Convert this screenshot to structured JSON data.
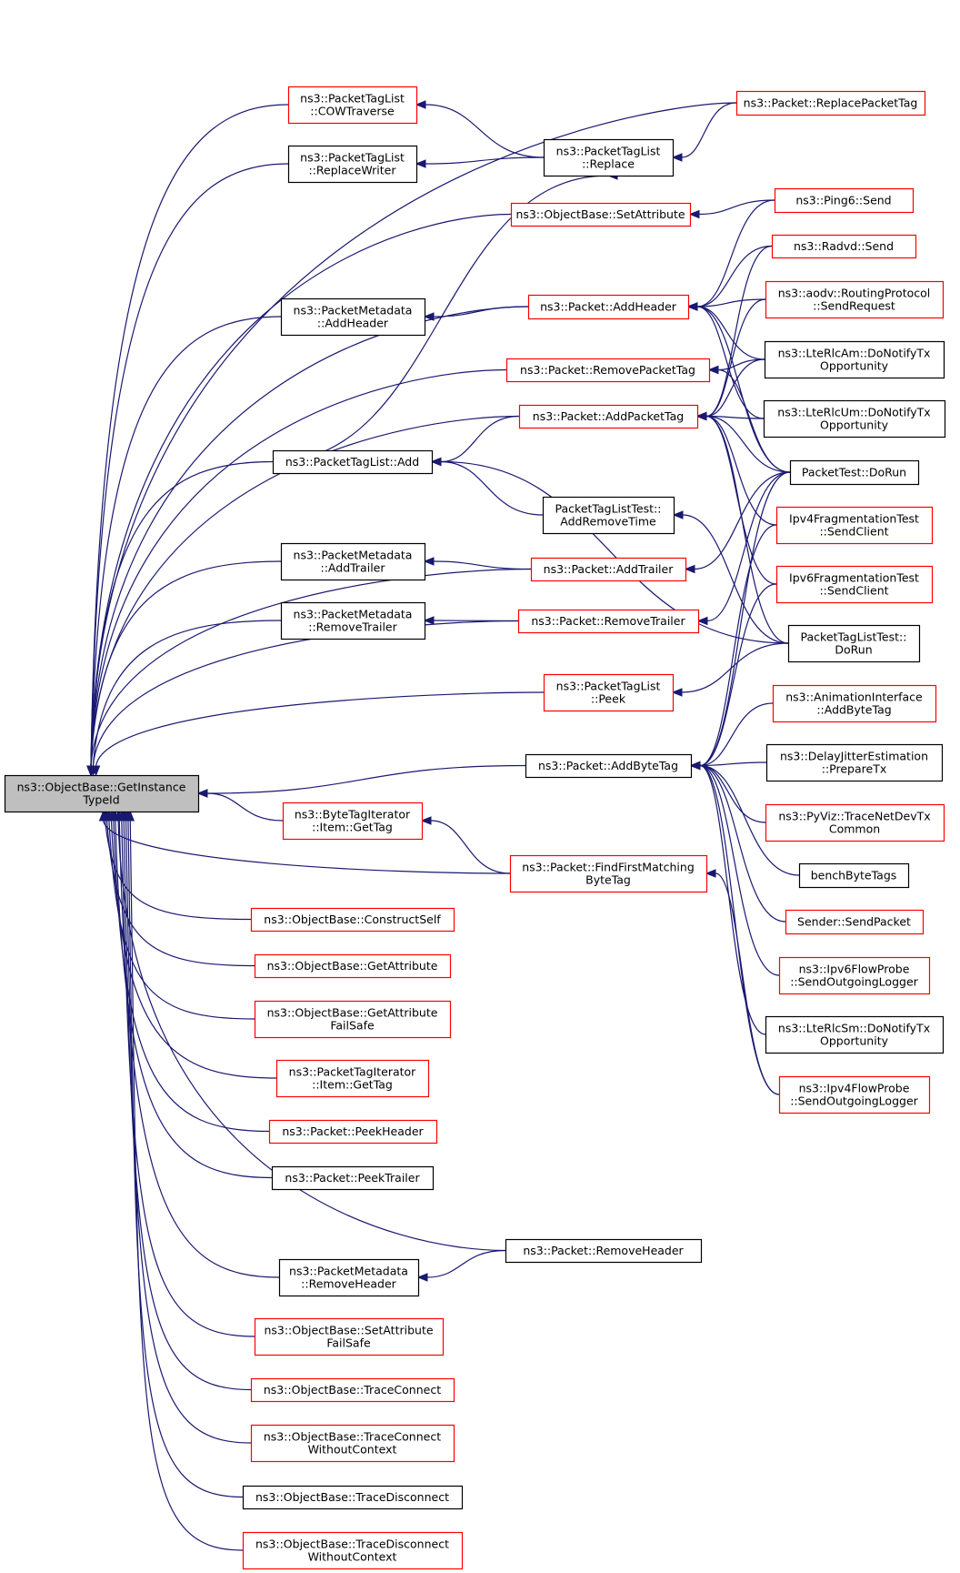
{
  "diagram": {
    "title": "Caller graph of ns3::ObjectBase::GetInstanceTypeId",
    "colors": {
      "edge": "#191970",
      "root_fill": "#bfbfbf",
      "root_border": "#000000",
      "normal_border": "#000000",
      "truncated_border": "#ff0000",
      "node_fill": "#ffffff"
    },
    "nodes": [
      {
        "id": "root",
        "lines": [
          "ns3::ObjectBase::GetInstance",
          "TypeId"
        ],
        "style": "root"
      },
      {
        "id": "cowtraverse",
        "lines": [
          "ns3::PacketTagList",
          "::COWTraverse"
        ],
        "style": "truncated"
      },
      {
        "id": "replacewriter",
        "lines": [
          "ns3::PacketTagList",
          "::ReplaceWriter"
        ],
        "style": "normal"
      },
      {
        "id": "ptl_replace",
        "lines": [
          "ns3::PacketTagList",
          "::Replace"
        ],
        "style": "normal"
      },
      {
        "id": "replacepackettag",
        "lines": [
          "ns3::Packet::ReplacePacketTag"
        ],
        "style": "truncated"
      },
      {
        "id": "setattribute",
        "lines": [
          "ns3::ObjectBase::SetAttribute"
        ],
        "style": "truncated"
      },
      {
        "id": "ping6",
        "lines": [
          "ns3::Ping6::Send"
        ],
        "style": "truncated"
      },
      {
        "id": "radvd",
        "lines": [
          "ns3::Radvd::Send"
        ],
        "style": "truncated"
      },
      {
        "id": "pm_addheader",
        "lines": [
          "ns3::PacketMetadata",
          "::AddHeader"
        ],
        "style": "normal"
      },
      {
        "id": "p_addheader",
        "lines": [
          "ns3::Packet::AddHeader"
        ],
        "style": "truncated"
      },
      {
        "id": "aodv",
        "lines": [
          "ns3::aodv::RoutingProtocol",
          "::SendRequest"
        ],
        "style": "truncated"
      },
      {
        "id": "removepackettag",
        "lines": [
          "ns3::Packet::RemovePacketTag"
        ],
        "style": "truncated"
      },
      {
        "id": "lterlcam",
        "lines": [
          "ns3::LteRlcAm::DoNotifyTx",
          "Opportunity"
        ],
        "style": "normal"
      },
      {
        "id": "addpackettag",
        "lines": [
          "ns3::Packet::AddPacketTag"
        ],
        "style": "truncated"
      },
      {
        "id": "lterlcum",
        "lines": [
          "ns3::LteRlcUm::DoNotifyTx",
          "Opportunity"
        ],
        "style": "normal"
      },
      {
        "id": "ptl_add",
        "lines": [
          "ns3::PacketTagList::Add"
        ],
        "style": "normal"
      },
      {
        "id": "packettest",
        "lines": [
          "PacketTest::DoRun"
        ],
        "style": "normal"
      },
      {
        "id": "addremovetime",
        "lines": [
          "PacketTagListTest::",
          "AddRemoveTime"
        ],
        "style": "normal"
      },
      {
        "id": "ipv4frag",
        "lines": [
          "Ipv4FragmentationTest",
          "::SendClient"
        ],
        "style": "truncated"
      },
      {
        "id": "pm_addtrailer",
        "lines": [
          "ns3::PacketMetadata",
          "::AddTrailer"
        ],
        "style": "normal"
      },
      {
        "id": "p_addtrailer",
        "lines": [
          "ns3::Packet::AddTrailer"
        ],
        "style": "truncated"
      },
      {
        "id": "ipv6frag",
        "lines": [
          "Ipv6FragmentationTest",
          "::SendClient"
        ],
        "style": "truncated"
      },
      {
        "id": "pm_removetrailer",
        "lines": [
          "ns3::PacketMetadata",
          "::RemoveTrailer"
        ],
        "style": "normal"
      },
      {
        "id": "p_removetrailer",
        "lines": [
          "ns3::Packet::RemoveTrailer"
        ],
        "style": "truncated"
      },
      {
        "id": "ptltest_dorun",
        "lines": [
          "PacketTagListTest::",
          "DoRun"
        ],
        "style": "normal"
      },
      {
        "id": "ptl_peek",
        "lines": [
          "ns3::PacketTagList",
          "::Peek"
        ],
        "style": "truncated"
      },
      {
        "id": "animation",
        "lines": [
          "ns3::AnimationInterface",
          "::AddByteTag"
        ],
        "style": "truncated"
      },
      {
        "id": "addbytetag",
        "lines": [
          "ns3::Packet::AddByteTag"
        ],
        "style": "normal"
      },
      {
        "id": "delayjitter",
        "lines": [
          "ns3::DelayJitterEstimation",
          "::PrepareTx"
        ],
        "style": "normal"
      },
      {
        "id": "bytetagiter",
        "lines": [
          "ns3::ByteTagIterator",
          "::Item::GetTag"
        ],
        "style": "truncated"
      },
      {
        "id": "pyviz",
        "lines": [
          "ns3::PyViz::TraceNetDevTx",
          "Common"
        ],
        "style": "truncated"
      },
      {
        "id": "findfirst",
        "lines": [
          "ns3::Packet::FindFirstMatching",
          "ByteTag"
        ],
        "style": "truncated"
      },
      {
        "id": "benchbytetags",
        "lines": [
          "benchByteTags"
        ],
        "style": "normal"
      },
      {
        "id": "constructself",
        "lines": [
          "ns3::ObjectBase::ConstructSelf"
        ],
        "style": "truncated"
      },
      {
        "id": "sender",
        "lines": [
          "Sender::SendPacket"
        ],
        "style": "truncated"
      },
      {
        "id": "getattribute",
        "lines": [
          "ns3::ObjectBase::GetAttribute"
        ],
        "style": "truncated"
      },
      {
        "id": "ipv6flow",
        "lines": [
          "ns3::Ipv6FlowProbe",
          "::SendOutgoingLogger"
        ],
        "style": "truncated"
      },
      {
        "id": "getattributefs",
        "lines": [
          "ns3::ObjectBase::GetAttribute",
          "FailSafe"
        ],
        "style": "truncated"
      },
      {
        "id": "lterlcsm",
        "lines": [
          "ns3::LteRlcSm::DoNotifyTx",
          "Opportunity"
        ],
        "style": "normal"
      },
      {
        "id": "pkttagiter",
        "lines": [
          "ns3::PacketTagIterator",
          "::Item::GetTag"
        ],
        "style": "truncated"
      },
      {
        "id": "ipv4flow",
        "lines": [
          "ns3::Ipv4FlowProbe",
          "::SendOutgoingLogger"
        ],
        "style": "truncated"
      },
      {
        "id": "peekheader",
        "lines": [
          "ns3::Packet::PeekHeader"
        ],
        "style": "truncated"
      },
      {
        "id": "peektrailer",
        "lines": [
          "ns3::Packet::PeekTrailer"
        ],
        "style": "normal"
      },
      {
        "id": "p_removeheader",
        "lines": [
          "ns3::Packet::RemoveHeader"
        ],
        "style": "normal"
      },
      {
        "id": "pm_removeheader",
        "lines": [
          "ns3::PacketMetadata",
          "::RemoveHeader"
        ],
        "style": "normal"
      },
      {
        "id": "setattributefs",
        "lines": [
          "ns3::ObjectBase::SetAttribute",
          "FailSafe"
        ],
        "style": "truncated"
      },
      {
        "id": "traceconnect",
        "lines": [
          "ns3::ObjectBase::TraceConnect"
        ],
        "style": "truncated"
      },
      {
        "id": "traceconnectwc",
        "lines": [
          "ns3::ObjectBase::TraceConnect",
          "WithoutContext"
        ],
        "style": "truncated"
      },
      {
        "id": "tracedisconnect",
        "lines": [
          "ns3::ObjectBase::TraceDisconnect"
        ],
        "style": "normal"
      },
      {
        "id": "tracedisconnectwc",
        "lines": [
          "ns3::ObjectBase::TraceDisconnect",
          "WithoutContext"
        ],
        "style": "truncated"
      }
    ],
    "edges": [
      {
        "from": "replacepackettag",
        "to": "root"
      },
      {
        "from": "cowtraverse",
        "to": "root"
      },
      {
        "from": "replacewriter",
        "to": "root"
      },
      {
        "from": "setattribute",
        "to": "root"
      },
      {
        "from": "p_addheader",
        "to": "root"
      },
      {
        "from": "pm_addheader",
        "to": "root"
      },
      {
        "from": "removepackettag",
        "to": "root"
      },
      {
        "from": "addpackettag",
        "to": "root"
      },
      {
        "from": "ptl_add",
        "to": "root"
      },
      {
        "from": "p_addtrailer",
        "to": "root"
      },
      {
        "from": "pm_addtrailer",
        "to": "root"
      },
      {
        "from": "pm_removetrailer",
        "to": "root"
      },
      {
        "from": "p_removetrailer",
        "to": "root"
      },
      {
        "from": "ptl_peek",
        "to": "root"
      },
      {
        "from": "addbytetag",
        "to": "root"
      },
      {
        "from": "bytetagiter",
        "to": "root"
      },
      {
        "from": "findfirst",
        "to": "root"
      },
      {
        "from": "constructself",
        "to": "root"
      },
      {
        "from": "getattribute",
        "to": "root"
      },
      {
        "from": "getattributefs",
        "to": "root"
      },
      {
        "from": "pkttagiter",
        "to": "root"
      },
      {
        "from": "peekheader",
        "to": "root"
      },
      {
        "from": "peektrailer",
        "to": "root"
      },
      {
        "from": "p_removeheader",
        "to": "root"
      },
      {
        "from": "pm_removeheader",
        "to": "root"
      },
      {
        "from": "setattributefs",
        "to": "root"
      },
      {
        "from": "traceconnect",
        "to": "root"
      },
      {
        "from": "traceconnectwc",
        "to": "root"
      },
      {
        "from": "tracedisconnect",
        "to": "root"
      },
      {
        "from": "tracedisconnectwc",
        "to": "root"
      },
      {
        "from": "ptl_replace",
        "to": "cowtraverse"
      },
      {
        "from": "ptl_replace",
        "to": "replacewriter"
      },
      {
        "from": "replacepackettag",
        "to": "ptl_replace"
      },
      {
        "from": "ping6",
        "to": "setattribute"
      },
      {
        "from": "ping6",
        "to": "p_addheader"
      },
      {
        "from": "radvd",
        "to": "p_addheader"
      },
      {
        "from": "aodv",
        "to": "p_addheader"
      },
      {
        "from": "lterlcam",
        "to": "p_addheader"
      },
      {
        "from": "lterlcum",
        "to": "p_addheader"
      },
      {
        "from": "packettest",
        "to": "p_addheader"
      },
      {
        "from": "p_addheader",
        "to": "pm_addheader"
      },
      {
        "from": "lterlcam",
        "to": "removepackettag"
      },
      {
        "from": "packettest",
        "to": "removepackettag"
      },
      {
        "from": "radvd",
        "to": "addpackettag"
      },
      {
        "from": "aodv",
        "to": "addpackettag"
      },
      {
        "from": "lterlcam",
        "to": "addpackettag"
      },
      {
        "from": "lterlcum",
        "to": "addpackettag"
      },
      {
        "from": "packettest",
        "to": "addpackettag"
      },
      {
        "from": "ipv4frag",
        "to": "addpackettag"
      },
      {
        "from": "ipv6frag",
        "to": "addpackettag"
      },
      {
        "from": "ptltest_dorun",
        "to": "addpackettag"
      },
      {
        "from": "addpackettag",
        "to": "ptl_add"
      },
      {
        "from": "ptl_add",
        "to": "ptl_replace"
      },
      {
        "from": "ptltest_dorun",
        "to": "ptl_add"
      },
      {
        "from": "addremovetime",
        "to": "ptl_add"
      },
      {
        "from": "ptltest_dorun",
        "to": "addremovetime"
      },
      {
        "from": "packettest",
        "to": "p_addtrailer"
      },
      {
        "from": "p_addtrailer",
        "to": "pm_addtrailer"
      },
      {
        "from": "packettest",
        "to": "p_removetrailer"
      },
      {
        "from": "p_removetrailer",
        "to": "pm_removetrailer"
      },
      {
        "from": "ptltest_dorun",
        "to": "ptl_peek"
      },
      {
        "from": "packettest",
        "to": "addbytetag"
      },
      {
        "from": "ipv4frag",
        "to": "addbytetag"
      },
      {
        "from": "ipv6frag",
        "to": "addbytetag"
      },
      {
        "from": "animation",
        "to": "addbytetag"
      },
      {
        "from": "delayjitter",
        "to": "addbytetag"
      },
      {
        "from": "pyviz",
        "to": "addbytetag"
      },
      {
        "from": "benchbytetags",
        "to": "addbytetag"
      },
      {
        "from": "sender",
        "to": "addbytetag"
      },
      {
        "from": "ipv6flow",
        "to": "addbytetag"
      },
      {
        "from": "lterlcsm",
        "to": "addbytetag"
      },
      {
        "from": "ipv4flow",
        "to": "addbytetag"
      },
      {
        "from": "findfirst",
        "to": "bytetagiter"
      },
      {
        "from": "ipv4flow",
        "to": "findfirst"
      },
      {
        "from": "p_removeheader",
        "to": "pm_removeheader"
      }
    ]
  }
}
